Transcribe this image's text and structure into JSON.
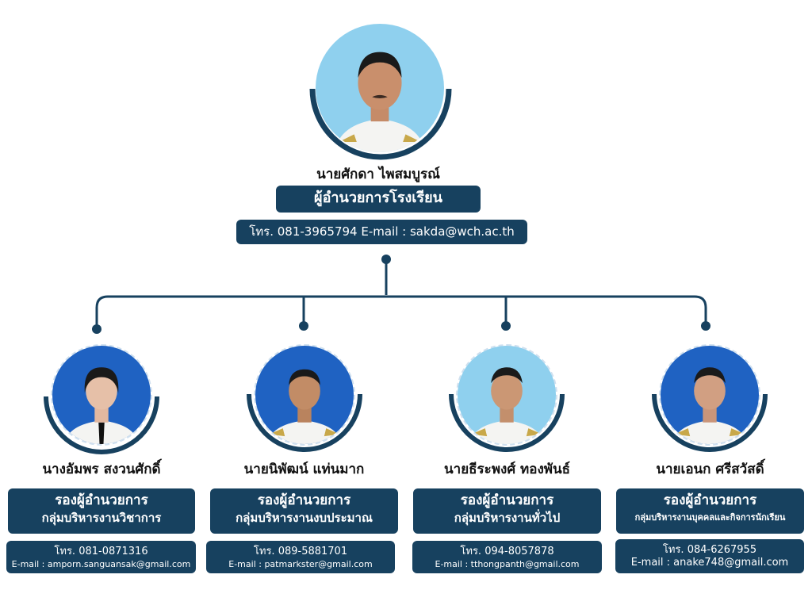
{
  "director": {
    "name": "นายศักดา ไพสมบูรณ์",
    "position": "ผู้อำนวยการโรงเรียน",
    "contact": "โทร. 081-3965794 E-mail : sakda@wch.ac.th"
  },
  "deputies": [
    {
      "name": "นางอัมพร สงวนศักดิ์",
      "title": "รองผู้อำนวยการ",
      "group": "กลุ่มบริหารงานวิชาการ",
      "tel": "โทร. 081-0871316",
      "email": "E-mail : amporn.sanguansak@gmail.com"
    },
    {
      "name": "นายนิพัฒน์ แท่นมาก",
      "title": "รองผู้อำนวยการ",
      "group": "กลุ่มบริหารงานงบประมาณ",
      "tel": "โทร. 089-5881701",
      "email": "E-mail : patmarkster@gmail.com"
    },
    {
      "name": "นายธีระพงศ์ ทองพันธ์",
      "title": "รองผู้อำนวยการ",
      "group": "กลุ่มบริหารงานทั่วไป",
      "tel": "โทร. 094-8057878",
      "email": "E-mail : tthongpanth@gmail.com"
    },
    {
      "name": "นายเอนก ศรีสวัสดิ์",
      "title": "รองผู้อำนวยการ",
      "group": "กลุ่มบริหารงานบุคคลและกิจการนักเรียน",
      "tel": "โทร. 084-6267955",
      "email": "E-mail : anake748@gmail.com"
    }
  ],
  "colors": {
    "primary": "#17415f",
    "photo_bg_light": "#8fd0ee",
    "photo_bg_blue": "#1f62c2"
  }
}
